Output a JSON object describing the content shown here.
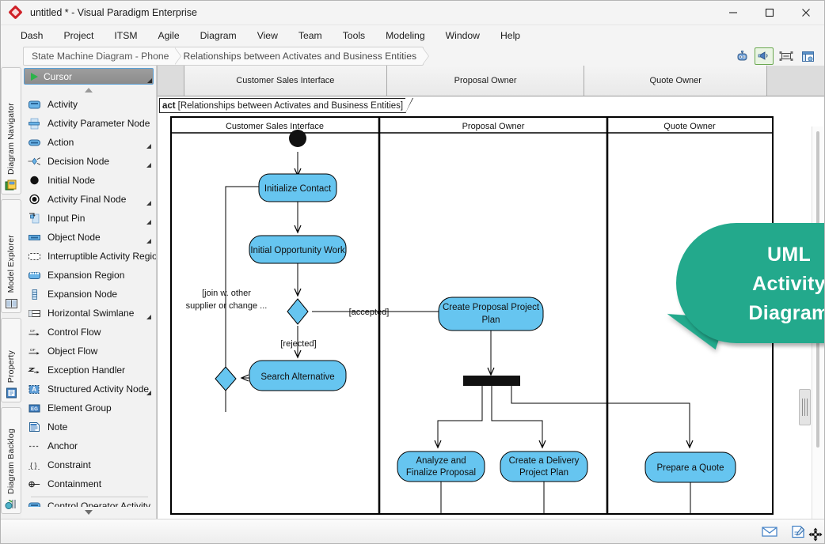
{
  "window": {
    "title": "untitled * - Visual Paradigm Enterprise",
    "logo_icon": "visual-paradigm-diamond-logo",
    "minimize_label": "─",
    "maximize_label": "□",
    "close_label": "✕"
  },
  "menubar": {
    "items": [
      {
        "label": "Dash"
      },
      {
        "label": "Project"
      },
      {
        "label": "ITSM"
      },
      {
        "label": "Agile"
      },
      {
        "label": "Diagram"
      },
      {
        "label": "View"
      },
      {
        "label": "Team"
      },
      {
        "label": "Tools"
      },
      {
        "label": "Modeling"
      },
      {
        "label": "Window"
      },
      {
        "label": "Help"
      }
    ]
  },
  "breadcrumb": {
    "items": [
      {
        "label": "State Machine Diagram - Phone"
      },
      {
        "label": "Relationships between Activates and Business Entities"
      }
    ],
    "icons": [
      {
        "name": "bot-assistant-icon",
        "active": false
      },
      {
        "name": "announcement-megaphone-icon",
        "active": true
      },
      {
        "name": "fit-width-icon",
        "active": false
      },
      {
        "name": "layout-panel-icon",
        "active": false
      }
    ]
  },
  "vertical_tabs": [
    {
      "label": "Diagram Navigator",
      "icon": "diagram-navigator-icon"
    },
    {
      "label": "Model Explorer",
      "icon": "model-explorer-icon"
    },
    {
      "label": "Property",
      "icon": "property-icon"
    },
    {
      "label": "Diagram Backlog",
      "icon": "diagram-backlog-icon"
    }
  ],
  "palette": {
    "selected": {
      "label": "Cursor",
      "icon": "cursor-arrow-icon"
    },
    "scroll_up_icon": "scroll-up-arrow",
    "scroll_down_icon": "scroll-down-arrow",
    "items": [
      {
        "label": "Activity",
        "icon": "activity-icon",
        "expandable": false
      },
      {
        "label": "Activity Parameter Node",
        "icon": "activity-parameter-node-icon",
        "expandable": false
      },
      {
        "label": "Action",
        "icon": "action-icon",
        "expandable": true
      },
      {
        "label": "Decision Node",
        "icon": "decision-node-icon",
        "expandable": true
      },
      {
        "label": "Initial Node",
        "icon": "initial-node-icon",
        "expandable": false
      },
      {
        "label": "Activity Final Node",
        "icon": "activity-final-node-icon",
        "expandable": true
      },
      {
        "label": "Input Pin",
        "icon": "input-pin-icon",
        "expandable": true
      },
      {
        "label": "Object Node",
        "icon": "object-node-icon",
        "expandable": true
      },
      {
        "label": "Interruptible Activity Region",
        "icon": "interruptible-activity-region-icon",
        "expandable": false
      },
      {
        "label": "Expansion Region",
        "icon": "expansion-region-icon",
        "expandable": false
      },
      {
        "label": "Expansion Node",
        "icon": "expansion-node-icon",
        "expandable": false
      },
      {
        "label": "Horizontal Swimlane",
        "icon": "horizontal-swimlane-icon",
        "expandable": true
      },
      {
        "label": "Control Flow",
        "icon": "control-flow-icon",
        "expandable": false
      },
      {
        "label": "Object Flow",
        "icon": "object-flow-icon",
        "expandable": false
      },
      {
        "label": "Exception Handler",
        "icon": "exception-handler-icon",
        "expandable": false
      },
      {
        "label": "Structured Activity Node",
        "icon": "structured-activity-node-icon",
        "expandable": true
      },
      {
        "label": "Element Group",
        "icon": "element-group-icon",
        "expandable": false
      },
      {
        "label": "Note",
        "icon": "note-icon",
        "expandable": false
      },
      {
        "label": "Anchor",
        "icon": "anchor-icon",
        "expandable": false
      },
      {
        "label": "Constraint",
        "icon": "constraint-icon",
        "expandable": false
      },
      {
        "label": "Containment",
        "icon": "containment-icon",
        "expandable": false
      }
    ],
    "clipped_item": {
      "label": "Control Operator Activity",
      "icon": "control-operator-activity-icon"
    }
  },
  "diagram": {
    "frame_kind": "act",
    "frame_name": "[Relationships between Activates and Business Entities]",
    "lane_header": [
      "Customer Sales Interface",
      "Proposal Owner",
      "Quote Owner"
    ],
    "lanes": [
      "Customer Sales Interface",
      "Proposal Owner",
      "Quote Owner"
    ],
    "colors": {
      "activity_fill": "#66c5f0",
      "activity_stroke": "#000000",
      "bubble_fill": "#23a98c",
      "bubble_text": "#ffffff"
    },
    "nodes": [
      {
        "id": "initial",
        "type": "initial-node",
        "label": ""
      },
      {
        "id": "initialize-contact",
        "type": "action",
        "label": "Initialize Contact"
      },
      {
        "id": "initial-opportunity-work",
        "type": "action",
        "label": "Initial Opportunity Work"
      },
      {
        "id": "decision-1",
        "type": "decision-node",
        "label": ""
      },
      {
        "id": "search-alternative",
        "type": "action",
        "label": "Search Alternative"
      },
      {
        "id": "merge-1",
        "type": "merge-node",
        "label": ""
      },
      {
        "id": "create-proposal-project-plan",
        "type": "action",
        "label": "Create Proposal Project Plan"
      },
      {
        "id": "fork-1",
        "type": "fork-bar",
        "label": ""
      },
      {
        "id": "analyze-and-finalize-proposal",
        "type": "action",
        "label": "Analyze and Finalize Proposal"
      },
      {
        "id": "create-a-delivery-project-plan",
        "type": "action",
        "label": "Create a Delivery Project Plan"
      },
      {
        "id": "prepare-a-quote",
        "type": "action",
        "label": "Prepare a Quote"
      }
    ],
    "edge_labels": [
      {
        "id": "join-note",
        "line1": "[join w. other",
        "line2": "supplier or change ..."
      },
      {
        "id": "accepted",
        "text": "[accepted]"
      },
      {
        "id": "rejected",
        "text": "[rejected]"
      }
    ],
    "callout": {
      "lines": [
        "UML",
        "Activity",
        "Diagram"
      ]
    }
  },
  "statusbar": {
    "icons": [
      {
        "name": "mail-envelope-icon"
      },
      {
        "name": "note-edit-icon"
      }
    ],
    "cursor_icon": "move-crosshair-cursor"
  }
}
